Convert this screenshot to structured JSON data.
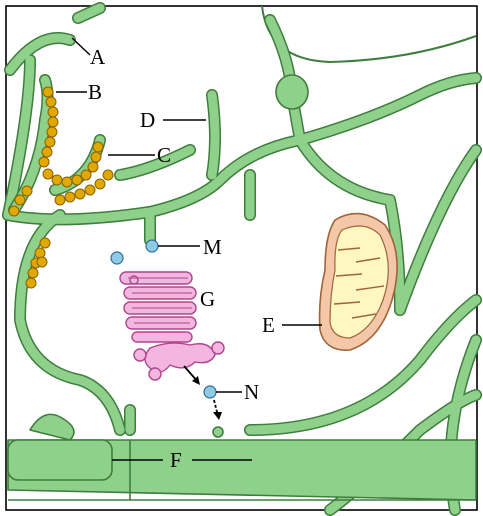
{
  "labels": {
    "A": "A",
    "B": "B",
    "C": "C",
    "D": "D",
    "E": "E",
    "F": "F",
    "G": "G",
    "M": "M",
    "N": "N"
  },
  "colors": {
    "membrane_fill": "#8fd18a",
    "membrane_outline": "#3f7d3f",
    "ribosome": "#e0a800",
    "vesicle": "#8ecae6",
    "golgi": "#f2b6e0",
    "mitochondrion_outer": "#f4c7a8",
    "mitochondrion_inner": "#fff7c2"
  }
}
